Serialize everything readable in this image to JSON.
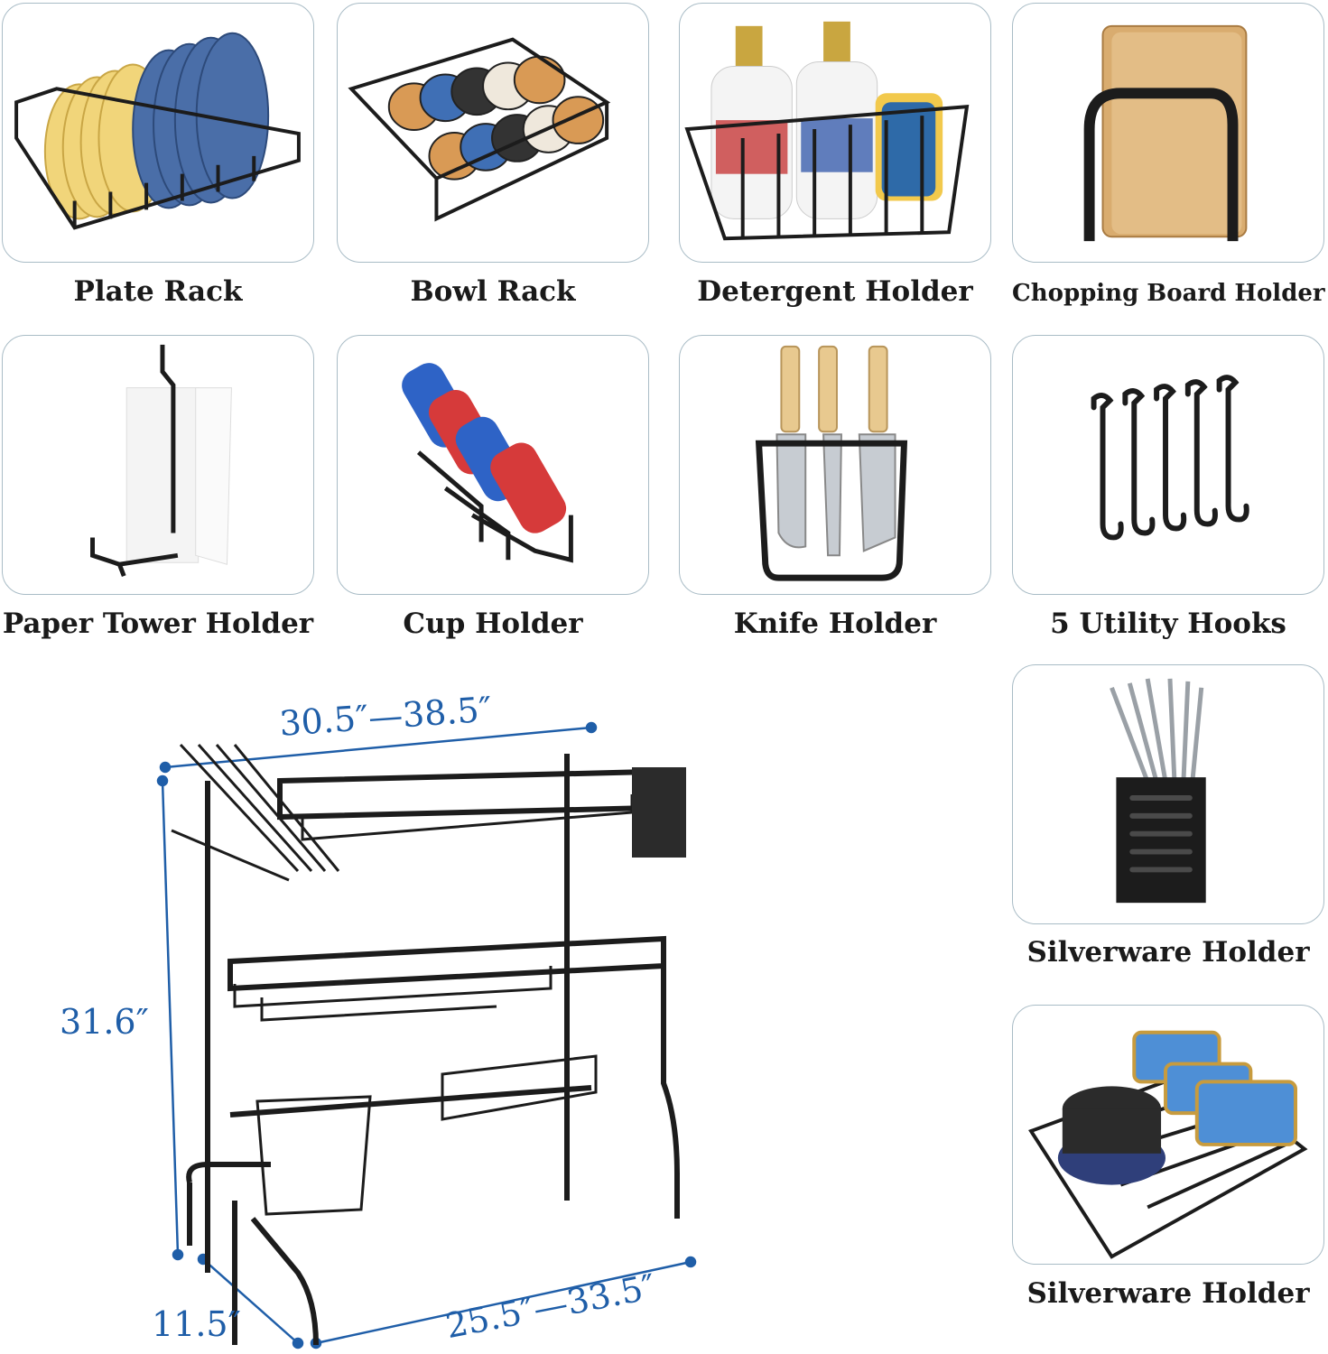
{
  "accessories": [
    {
      "label": "Plate Rack",
      "icon": "plate-rack-icon"
    },
    {
      "label": "Bowl Rack",
      "icon": "bowl-rack-icon"
    },
    {
      "label": "Detergent Holder",
      "icon": "detergent-holder-icon"
    },
    {
      "label": "Chopping Board Holder",
      "icon": "chopping-board-holder-icon"
    },
    {
      "label": "Paper Tower Holder",
      "icon": "paper-towel-holder-icon"
    },
    {
      "label": "Cup Holder",
      "icon": "cup-holder-icon"
    },
    {
      "label": "Knife Holder",
      "icon": "knife-holder-icon"
    },
    {
      "label": "5 Utility Hooks",
      "icon": "utility-hooks-icon"
    },
    {
      "label": "Silverware Holder",
      "icon": "silverware-holder-icon"
    },
    {
      "label": "Silverware Holder",
      "icon": "pot-rack-icon"
    }
  ],
  "dimensions": {
    "top_width": "30.5″—38.5″",
    "height": "31.6″",
    "depth": "11.5″",
    "bottom_width": "25.5″—33.5″"
  },
  "colors": {
    "card_border": "#a9bcc6",
    "dimension_text": "#1f5ea8",
    "rack_metal": "#1c1c1c"
  }
}
